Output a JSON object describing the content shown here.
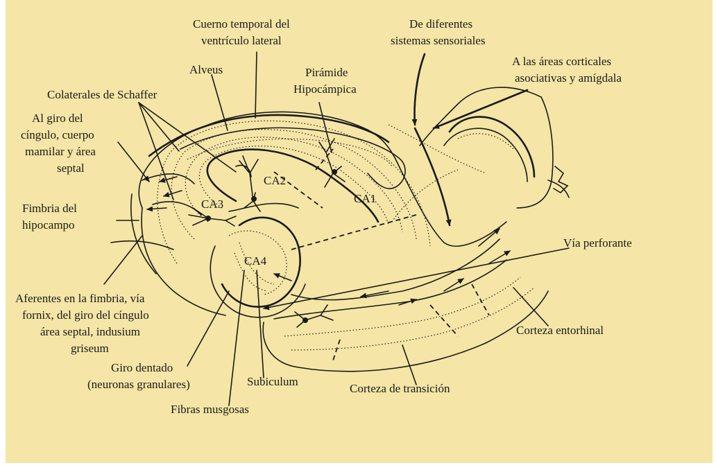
{
  "figure": {
    "labels": {
      "cuerno_1": "Cuerno temporal del",
      "cuerno_2": "ventrículo lateral",
      "sens_1": "De diferentes",
      "sens_2": "sistemas sensoriales",
      "areas_1": "A las áreas corticales",
      "areas_2": "asociativas y amígdala",
      "alveus": "Alveus",
      "piramide_1": "Pirámide",
      "piramide_2": "Hipocámpica",
      "schaffer": "Colaterales de Schaffer",
      "giro_1": "Al giro del",
      "giro_2": "cíngulo, cuerpo",
      "giro_3": "mamilar y área",
      "giro_4": "septal",
      "fimbria_1": "Fimbria del",
      "fimbria_2": "hipocampo",
      "via_perforante": "Vía perforante",
      "aferentes_1": "Aferentes en la fimbria, vía",
      "aferentes_2": "fornix, del giro del cíngulo",
      "aferentes_3": "área septal, indusium",
      "aferentes_4": "griseum",
      "corteza_entorhinal": "Corteza entorhinal",
      "giro_dentado_1": "Giro dentado",
      "giro_dentado_2": "(neuronas granulares)",
      "subiculum": "Subiculum",
      "corteza_transicion": "Corteza de transición",
      "fibras_musgosas": "Fibras musgosas"
    },
    "regions": {
      "ca1": "CA1",
      "ca2": "CA2",
      "ca3": "CA3",
      "ca4": "CA4"
    }
  }
}
